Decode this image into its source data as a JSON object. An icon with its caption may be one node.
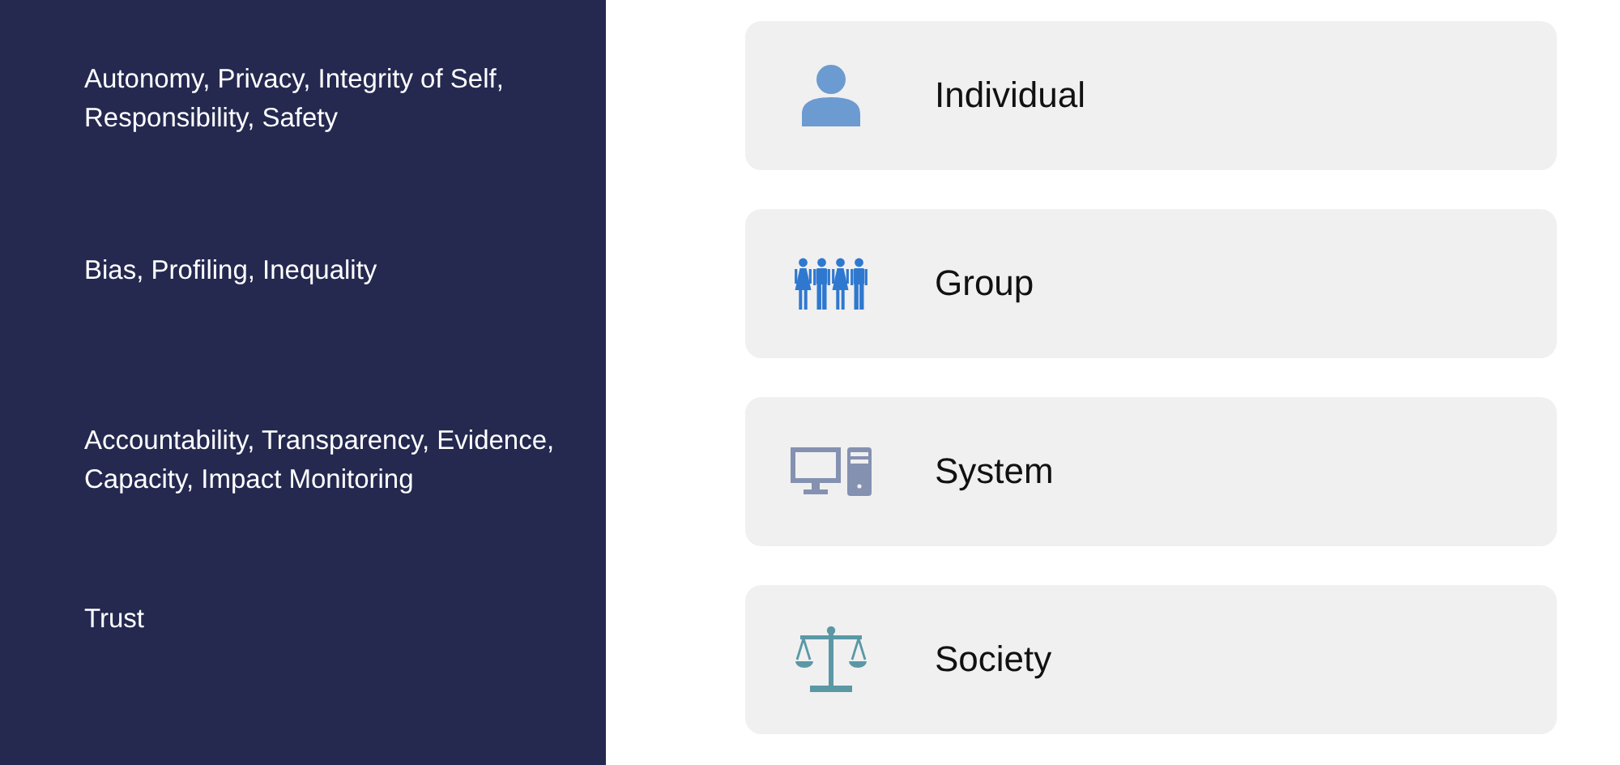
{
  "diagram": {
    "nodes": [
      {
        "text": [
          "Autonomy, Privacy, Integrity of Self, Responsibility, Safety",
          "Bias, Profiling, Inequality",
          "Accountability, Transparency, Evidence, Capacity, Impact Monitoring",
          "Trust"
        ]
      },
      {
        "text": [
          "Individual"
        ]
      },
      {
        "text": [
          "Group"
        ]
      },
      {
        "text": [
          "System"
        ]
      },
      {
        "text": [
          "Society"
        ]
      }
    ]
  }
}
